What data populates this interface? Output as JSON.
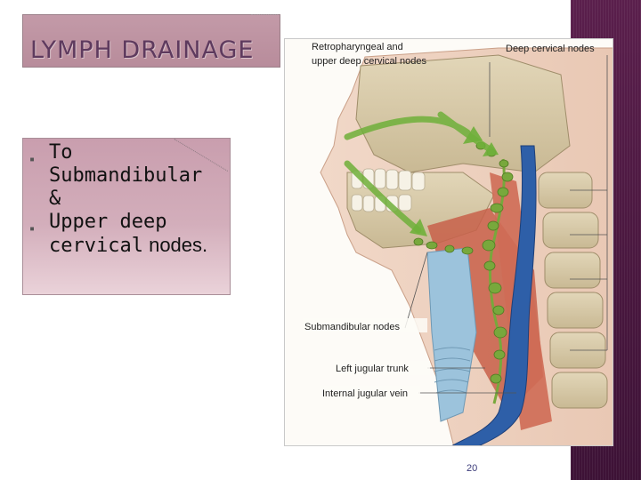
{
  "slide": {
    "title": "LYMPH DRAINAGE",
    "bullets": [
      {
        "parts": [
          "To",
          "Submandibular",
          "&"
        ]
      },
      {
        "parts": [
          "Upper deep",
          "cervical"
        ],
        "suffix": " nodes."
      }
    ],
    "page_number": "20"
  },
  "figure": {
    "labels": {
      "retro_line1": "Retropharyngeal and",
      "retro_line2": "upper deep cervical nodes",
      "deep_cervical": "Deep cervical nodes",
      "submandibular": "Submandibular nodes",
      "left_jugular_trunk": "Left jugular trunk",
      "internal_jugular_vein": "Internal jugular vein"
    }
  },
  "colors": {
    "title_text": "#5e3a5e",
    "title_box": "#c39aa8",
    "content_box": "#d3aebb",
    "side_band": "#4b1840",
    "vein": "#2e5fa8",
    "nodes": "#78a83c",
    "muscle": "#c8604a",
    "bone": "#d8c9a8"
  }
}
